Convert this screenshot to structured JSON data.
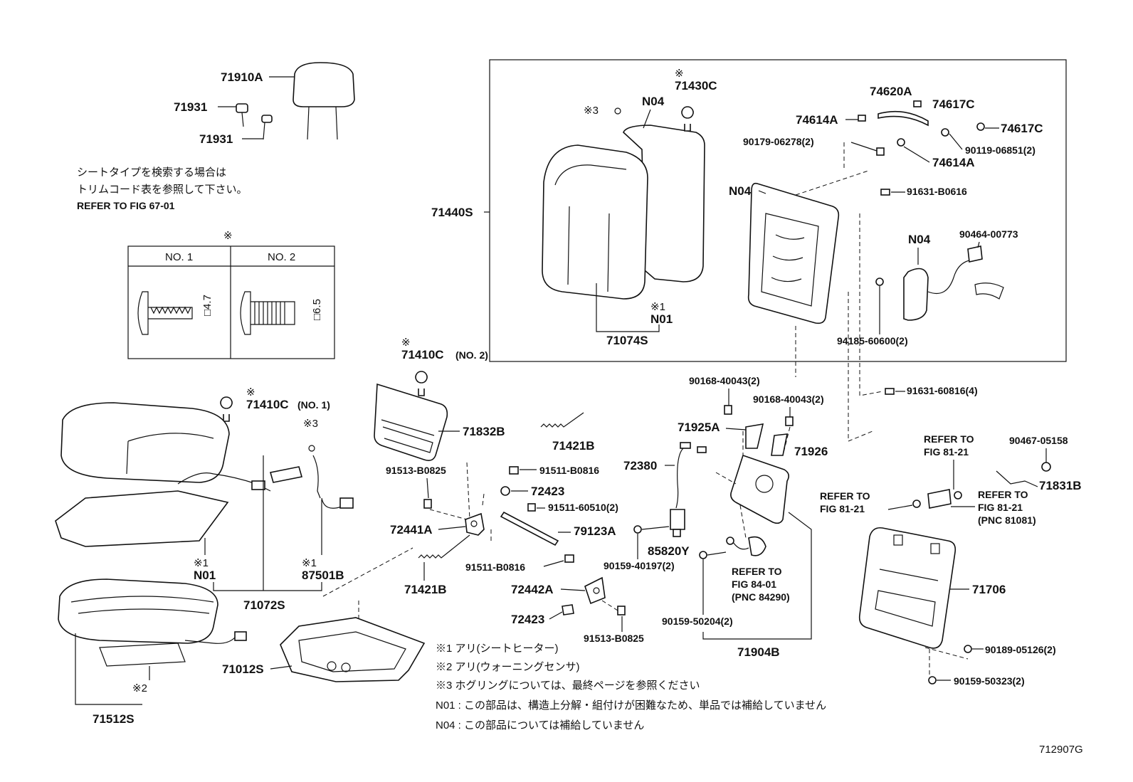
{
  "labels": {
    "p71910A": "71910A",
    "p71931a": "71931",
    "p71931b": "71931",
    "p71430C": "71430C",
    "n04a": "N04",
    "x3a": "※3",
    "p74620A": "74620A",
    "p74617Ca": "74617C",
    "p74614Aa": "74614A",
    "p74617Cb": "74617C",
    "p90179": "90179-06278(2)",
    "p74614Ab": "74614A",
    "p90119": "90119-06851(2)",
    "n04b": "N04",
    "p91631a": "91631-B0616",
    "p71440S": "71440S",
    "n04c": "N04",
    "p90464": "90464-00773",
    "x1a": "※1",
    "n01a": "N01",
    "p71074S": "71074S",
    "p94185": "94185-60600(2)",
    "p71410C2": "71410C",
    "no2": "(NO. 2)",
    "p71410C1": "71410C",
    "no1": "(NO. 1)",
    "x3b": "※3",
    "p71832B": "71832B",
    "p71421Ba": "71421B",
    "p90168a": "90168-40043(2)",
    "p90168b": "90168-40043(2)",
    "p91631b": "91631-60816(4)",
    "p71925A": "71925A",
    "p71926": "71926",
    "p72380": "72380",
    "p91513a": "91513-B0825",
    "p91511a": "91511-B0816",
    "p72423a": "72423",
    "p91511b": "91511-60510(2)",
    "p72441A": "72441A",
    "p79123A": "79123A",
    "p85820Y": "85820Y",
    "p90159a": "90159-40197(2)",
    "p91511c": "91511-B0816",
    "p71421Bb": "71421B",
    "p72442A": "72442A",
    "p72423b": "72423",
    "p91513b": "91513-B0825",
    "x1b": "※1",
    "n01b": "N01",
    "x1c": "※1",
    "p87501B": "87501B",
    "p71072S": "71072S",
    "p71012S": "71012S",
    "x2": "※2",
    "p71512S": "71512S",
    "p90159b": "90159-50204(2)",
    "p71904B": "71904B",
    "p71706": "71706",
    "p90189": "90189-05126(2)",
    "p90159c": "90159-50323(2)",
    "p90467": "90467-05158",
    "p71831B": "71831B",
    "diagram_code": "712907G"
  },
  "refs": {
    "fig8121a_1": "REFER TO",
    "fig8121a_2": "FIG 81-21",
    "fig8121b_1": "REFER TO",
    "fig8121b_2": "FIG 81-21",
    "fig8121c_1": "REFER TO",
    "fig8121c_2": "FIG 81-21",
    "fig8121c_3": "(PNC 81081)",
    "fig8401_1": "REFER TO",
    "fig8401_2": "FIG 84-01",
    "fig8401_3": "(PNC 84290)"
  },
  "seat_note": {
    "line1": "シートタイプを検索する場合は",
    "line2": "トリムコード表を参照して下さい。",
    "line3": "REFER TO FIG 67-01"
  },
  "clip_table": {
    "mark": "※",
    "col1": "NO. 1",
    "col2": "NO. 2",
    "dim1": "□4.7",
    "dim2": "□6.5"
  },
  "legend": {
    "l1": "※1  アリ(シートヒーター)",
    "l2": "※2  アリ(ウォーニングセンサ)",
    "l3": "※3  ホグリングについては、最終ページを参照ください",
    "l4": "N01 :  この部品は、構造上分解・組付けが困難なため、単品では補給していません",
    "l5": "N04 :  この部品については補給していません"
  },
  "marks": {
    "x71430C": "※",
    "x71410C2": "※",
    "x71410C1": "※"
  }
}
